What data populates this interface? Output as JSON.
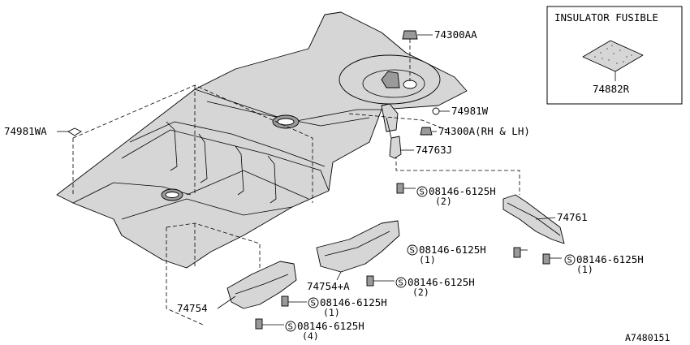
{
  "inset": {
    "title": "INSULATOR FUSIBLE",
    "part_no": "74882R"
  },
  "labels": {
    "p74300AA": "74300AA",
    "p74981W": "74981W",
    "p74300A": "74300A(RH & LH)",
    "p74981WA": "74981WA",
    "p74763J": "74763J",
    "p74761": "74761",
    "p74754A": "74754+A",
    "p74754": "74754",
    "bolt_1_no": "08146-6125H",
    "bolt_1_qty": "(2)",
    "bolt_2_no": "08146-6125H",
    "bolt_2_qty": "(1)",
    "bolt_3_no": "08146-6125H",
    "bolt_3_qty": "(1)",
    "bolt_4_no": "08146-6125H",
    "bolt_4_qty": "(2)",
    "bolt_5_no": "08146-6125H",
    "bolt_5_qty": "(1)",
    "bolt_6_no": "08146-6125H",
    "bolt_6_qty": "(4)",
    "s_symbol": "S"
  },
  "figure_id": "A7480151"
}
